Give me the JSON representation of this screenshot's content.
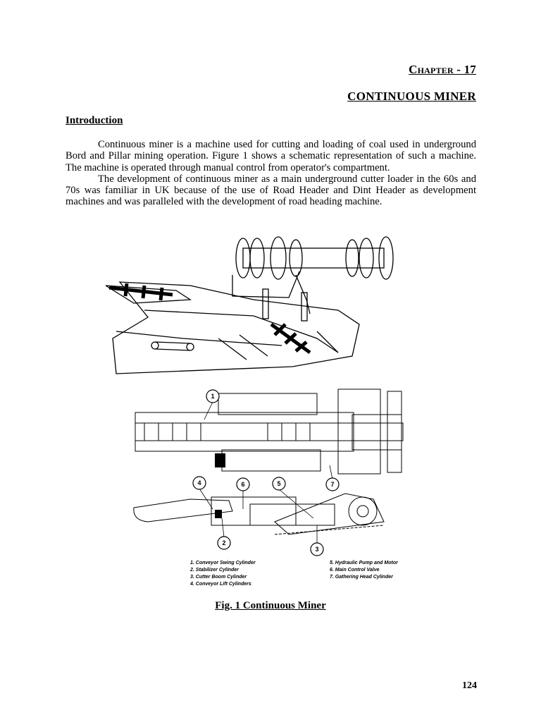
{
  "chapter": "Chapter - 17",
  "title": "CONTINUOUS MINER",
  "section_heading": "Introduction",
  "paragraphs": [
    "Continuous miner is a machine used for cutting and loading of coal used in underground Bord and Pillar mining operation. Figure 1 shows a schematic representation of such a machine. The machine is operated through manual control from operator's compartment.",
    "The development of continuous miner as a main underground cutter loader in the 60s and 70s was familiar in UK  because of the use of Road Header and Dint Header as development machines and was paralleled with the development of road heading machine."
  ],
  "figure": {
    "callouts": [
      "1",
      "2",
      "3",
      "4",
      "5",
      "6",
      "7"
    ],
    "legend": [
      "1. Conveyor Swing Cylinder",
      "2. Stabilizer Cylinder",
      "3. Cutter Boom Cylinder",
      "4. Conveyor Lift Cylinders",
      "5. Hydraulic Pump and Motor",
      "6. Main Control Valve",
      "7. Gathering Head Cylinder"
    ],
    "caption": "Fig. 1 Continuous Miner"
  },
  "page_number": "124"
}
